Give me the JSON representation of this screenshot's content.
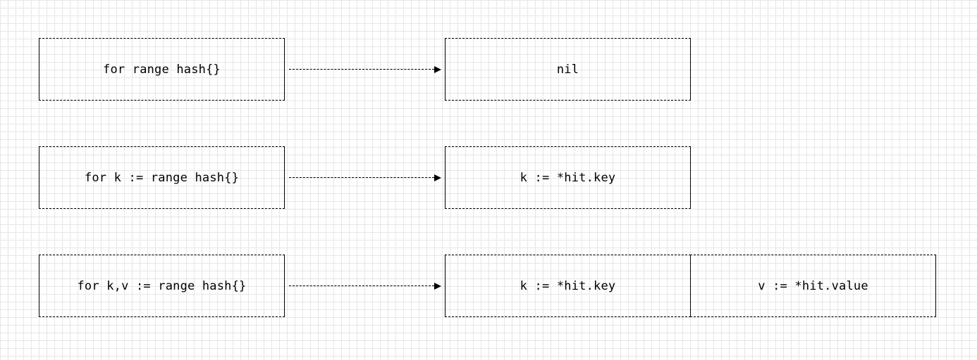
{
  "rows": [
    {
      "source": "for range hash{}",
      "targets": [
        "nil"
      ]
    },
    {
      "source": "for k := range hash{}",
      "targets": [
        "k := *hit.key"
      ]
    },
    {
      "source": "for k,v := range hash{}",
      "targets": [
        "k := *hit.key",
        "v := *hit.value"
      ]
    }
  ]
}
